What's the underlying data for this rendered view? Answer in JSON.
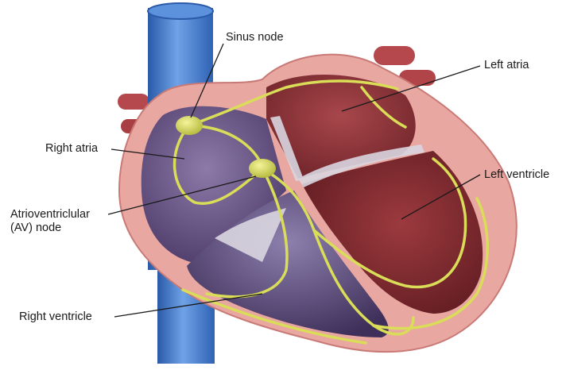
{
  "labels": {
    "sinus_node": "Sinus node",
    "left_atria": "Left atria",
    "right_atria": "Right atria",
    "left_ventricle": "Left ventricle",
    "av_node_line1": "Atrioventriclular",
    "av_node_line2": "(AV) node",
    "right_ventricle": "Right ventricle"
  },
  "colors": {
    "vena_cava": "#3f76c9",
    "right_heart": "#5e4a7e",
    "left_heart": "#8c2f34",
    "myocardium": "#e9a7a1",
    "conduction": "#d9dd58",
    "leader_line": "#1a1a1a"
  }
}
